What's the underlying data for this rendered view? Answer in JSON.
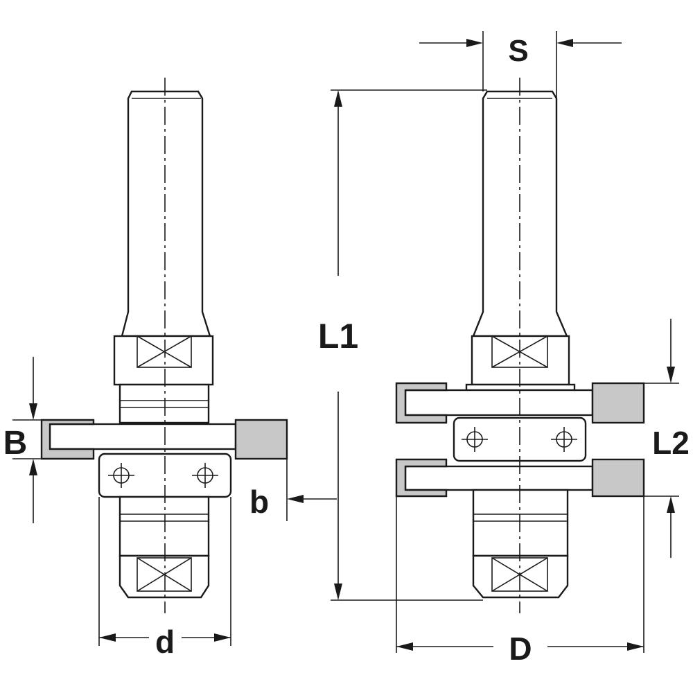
{
  "labels": {
    "S": "S",
    "L1": "L1",
    "L2": "L2",
    "B": "B",
    "b": "b",
    "d": "d",
    "D": "D"
  },
  "colors": {
    "line": "#1a1a1a",
    "knife_fill": "#c8c8c8",
    "background": "#ffffff"
  }
}
